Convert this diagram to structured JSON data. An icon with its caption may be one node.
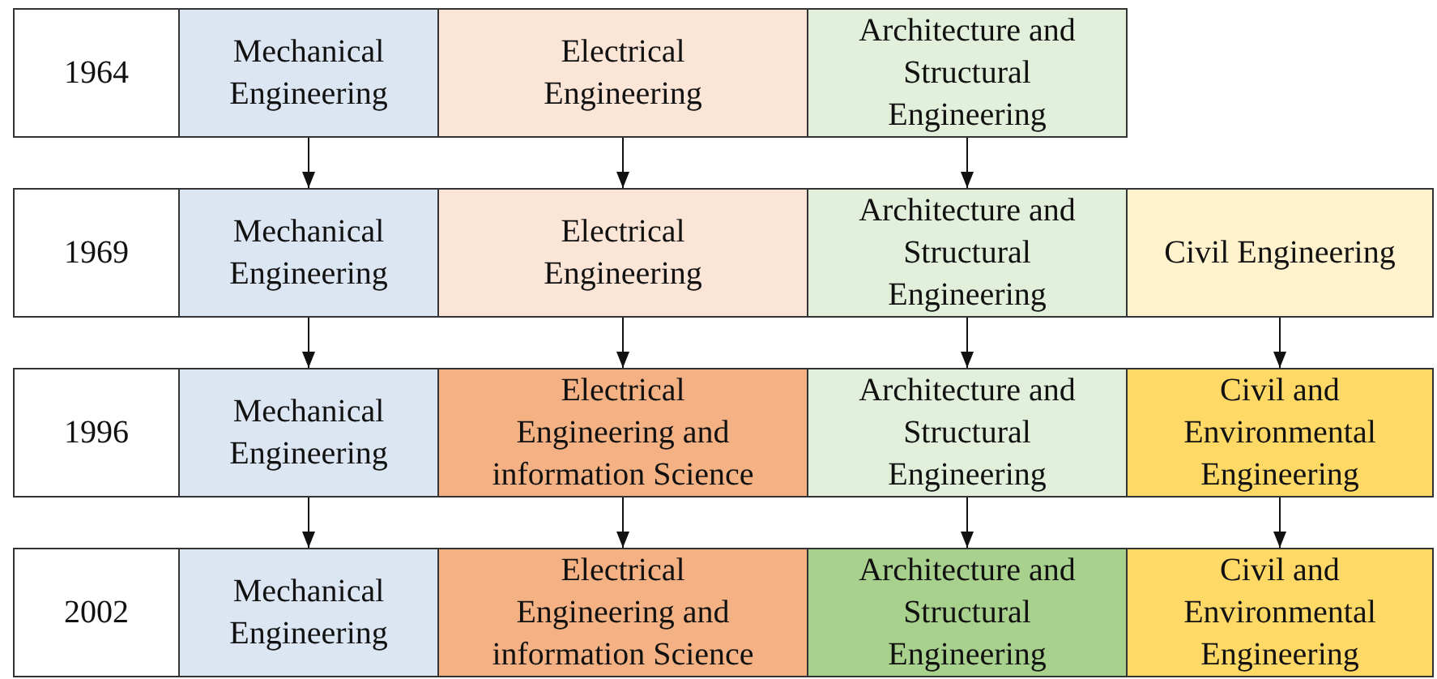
{
  "diagram": {
    "nodes": [
      {
        "text": [
          "1964"
        ]
      },
      {
        "text": [
          "Mechanical Engineering"
        ]
      },
      {
        "text": [
          "Electrical Engineering"
        ]
      },
      {
        "text": [
          "Architecture and Structural Engineering"
        ]
      },
      {
        "text": [
          "1969"
        ]
      },
      {
        "text": [
          "Mechanical Engineering"
        ]
      },
      {
        "text": [
          "Electrical Engineering"
        ]
      },
      {
        "text": [
          "Architecture and Structural Engineering"
        ]
      },
      {
        "text": [
          "Civil Engineering"
        ]
      },
      {
        "text": [
          "1996"
        ]
      },
      {
        "text": [
          "Mechanical Engineering"
        ]
      },
      {
        "text": [
          "Electrical Engineering and information Science"
        ]
      },
      {
        "text": [
          "Architecture and Structural Engineering"
        ]
      },
      {
        "text": [
          "Civil and Environmental Engineering"
        ]
      },
      {
        "text": [
          "2002"
        ]
      },
      {
        "text": [
          "Mechanical Engineering"
        ]
      },
      {
        "text": [
          "Electrical Engineering and information Science"
        ]
      },
      {
        "text": [
          "Architecture and Structural Engineering"
        ]
      },
      {
        "text": [
          "Civil and Environmental Engineering"
        ]
      }
    ],
    "edges": [
      {
        "from": 1,
        "to": 5,
        "arrow": "to"
      },
      {
        "from": 2,
        "to": 6,
        "arrow": "to"
      },
      {
        "from": 3,
        "to": 7,
        "arrow": "to"
      },
      {
        "from": 5,
        "to": 10,
        "arrow": "to"
      },
      {
        "from": 6,
        "to": 11,
        "arrow": "to"
      },
      {
        "from": 7,
        "to": 12,
        "arrow": "to"
      },
      {
        "from": 8,
        "to": 13,
        "arrow": "to"
      },
      {
        "from": 10,
        "to": 15,
        "arrow": "to"
      },
      {
        "from": 11,
        "to": 16,
        "arrow": "to"
      },
      {
        "from": 12,
        "to": 17,
        "arrow": "to"
      },
      {
        "from": 13,
        "to": 18,
        "arrow": "to"
      }
    ]
  }
}
